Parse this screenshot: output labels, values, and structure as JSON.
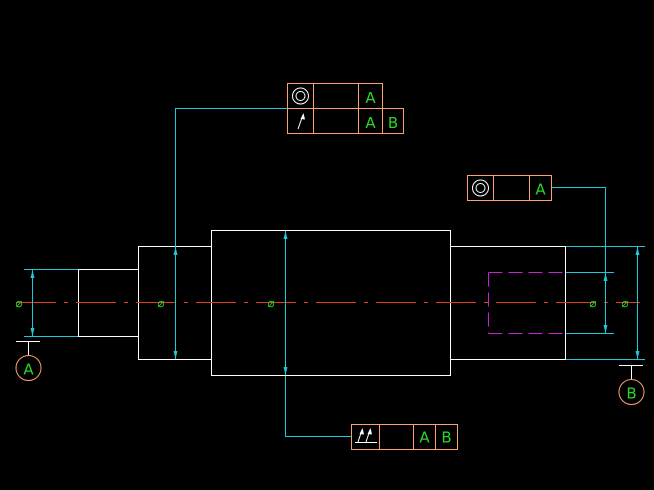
{
  "colors": {
    "background": "#000000",
    "outline": "#ffffff",
    "frame": "#ff9f6a",
    "leader": "#1ec8d8",
    "center": "#e23a28",
    "hidden": "#d01ed8",
    "text": "#2bd62b"
  },
  "icons": {
    "concentricity": "concentricity-icon",
    "circular_runout": "circular-runout-icon",
    "total_runout": "total-runout-icon"
  },
  "datums": {
    "a": {
      "label": "A"
    },
    "b": {
      "label": "B"
    }
  },
  "dimensions": {
    "diameter_symbol": "⌀"
  },
  "fcf_top_concentricity": {
    "datum1": "A"
  },
  "fcf_top_runout": {
    "datum1": "A",
    "datum2": "B"
  },
  "fcf_right_concentricity": {
    "datum1": "A"
  },
  "fcf_bottom_total_runout": {
    "datum1": "A",
    "datum2": "B"
  }
}
